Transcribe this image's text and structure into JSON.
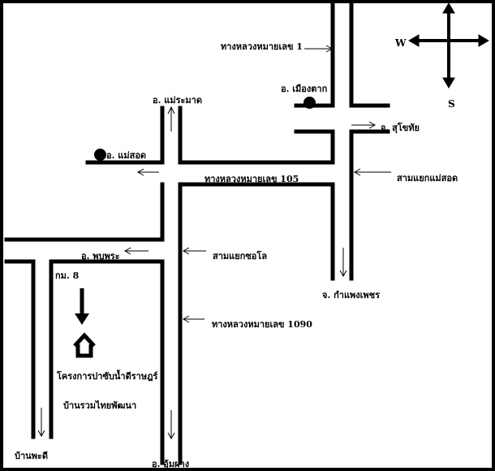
{
  "map": {
    "compass": {
      "west": "W",
      "south": "S"
    },
    "labels": {
      "highway_1": "ทางหลวงหมายเลข 1",
      "highway_105": "ทางหลวงหมายเลข 105",
      "highway_1090": "ทางหลวงหมายเลข 1090",
      "mueang_tak": "อ. เมืองตาก",
      "mae_ramat": "อ. แม่ระมาด",
      "mae_sot": "อ. แม่สอด",
      "sukhothai": "จ. สุโขทัย",
      "sam_yaek_mae_sot": "สามแยกแม่สอด",
      "phop_phra": "อ. พบพระ",
      "sam_yaek_cho_lo": "สามแยกซอโล",
      "km_8": "กม. 8",
      "kamphaeng_phet": "จ. กำแพงเพชร",
      "project": "โครงการปาซับน้ำดีราษฎร์",
      "ban_ruam_thai": "บ้านรวมไทยพัฒนา",
      "ban_phadi": "บ้านพะดี",
      "um_phang": "อ. อุ้มผาง"
    },
    "colors": {
      "road": "#000000",
      "background": "#ffffff"
    }
  }
}
